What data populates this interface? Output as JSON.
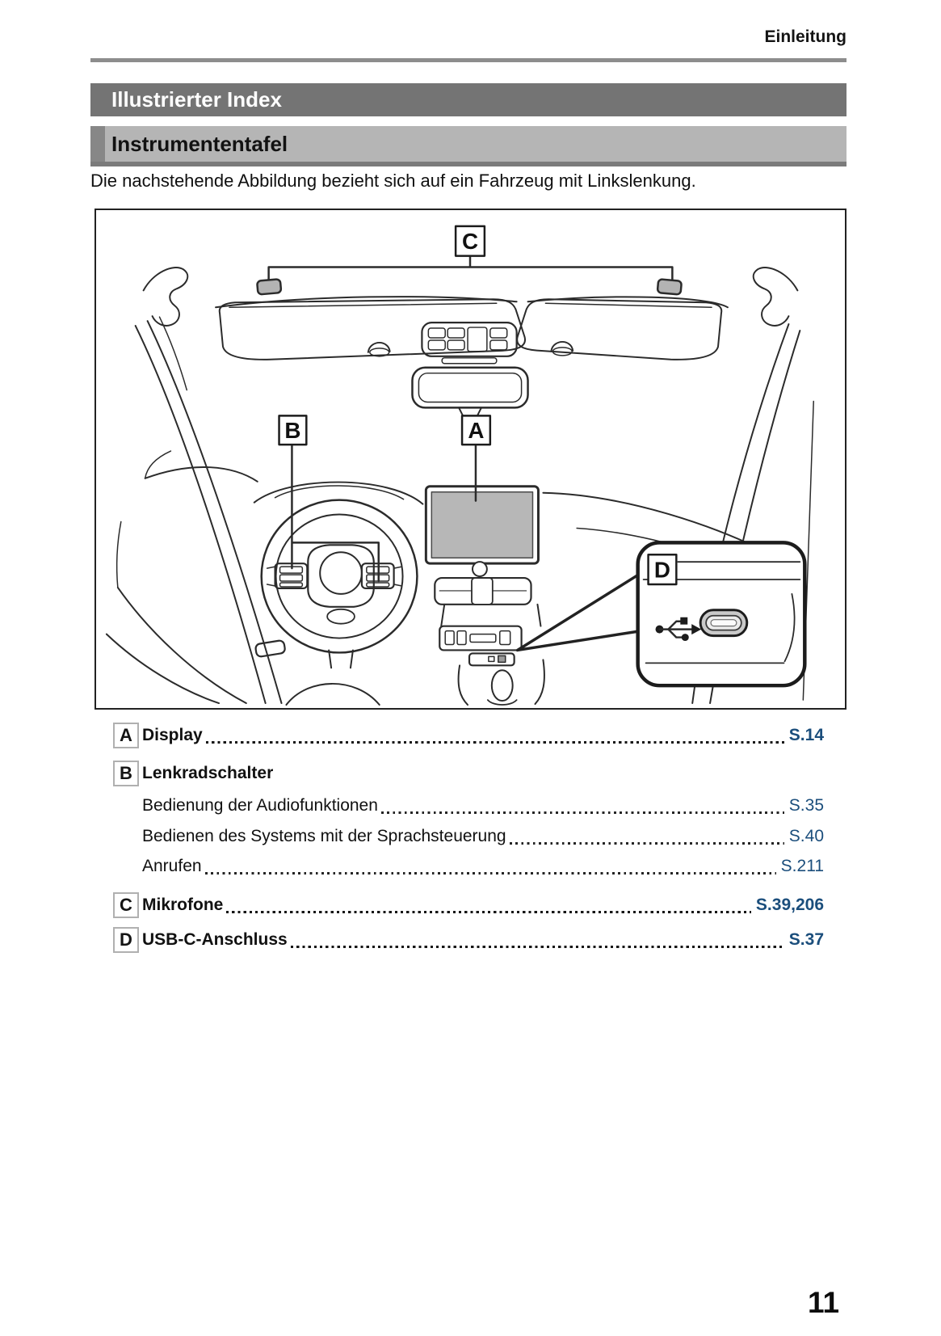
{
  "header": {
    "section_title": "Einleitung",
    "page_number": "11"
  },
  "banners": {
    "chapter": "Illustrierter Index",
    "section": "Instrumententafel"
  },
  "intro_text": "Die nachstehende Abbildung bezieht sich auf ein Fahrzeug mit Linkslenkung.",
  "figure": {
    "description": "Line drawing of dashboard, left-hand-drive vehicle",
    "callouts": {
      "a": "A",
      "b": "B",
      "c": "C",
      "d": "D"
    },
    "icons": {
      "usb": "usb-trident-icon",
      "usb_c_port": "usb-c-port"
    }
  },
  "index": {
    "rows": [
      {
        "letter": "A",
        "label": "Display",
        "ref": "S.14"
      },
      {
        "letter": "B",
        "label": "Lenkradschalter",
        "ref": ""
      },
      {
        "label": "Bedienung der Audiofunktionen",
        "ref": "S.35"
      },
      {
        "label": "Bedienen des Systems mit der Sprachsteuerung",
        "ref": "S.40"
      },
      {
        "label": "Anrufen",
        "ref": "S.211"
      },
      {
        "letter": "C",
        "label": "Mikrofone",
        "ref": "S.39,206"
      },
      {
        "letter": "D",
        "label": "USB-C-Anschluss",
        "ref": "S.37"
      }
    ]
  },
  "colors": {
    "page_ref_blue": "#1b4e7c",
    "banner_dark": "#747474",
    "banner_light": "#b5b5b5",
    "banner_shadow": "#7b7b7b",
    "screen_gray": "#b7b7b7",
    "mic_gray": "#b3b3b3"
  }
}
